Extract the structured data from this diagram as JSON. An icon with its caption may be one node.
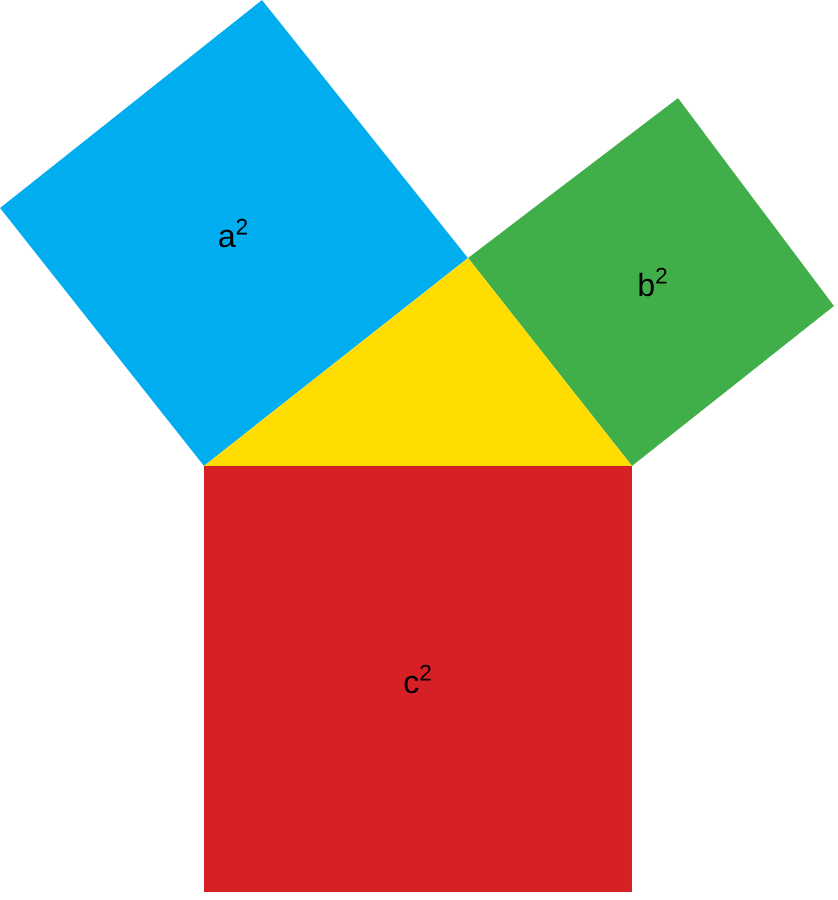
{
  "diagram": {
    "nodes": [
      {
        "text": [
          "a$^{2}$"
        ]
      },
      {
        "text": [
          "b$^{2}$"
        ]
      },
      {
        "text": [],
        "shape": "triangle"
      },
      {
        "text": [
          "c$^{2}$"
        ]
      }
    ]
  }
}
